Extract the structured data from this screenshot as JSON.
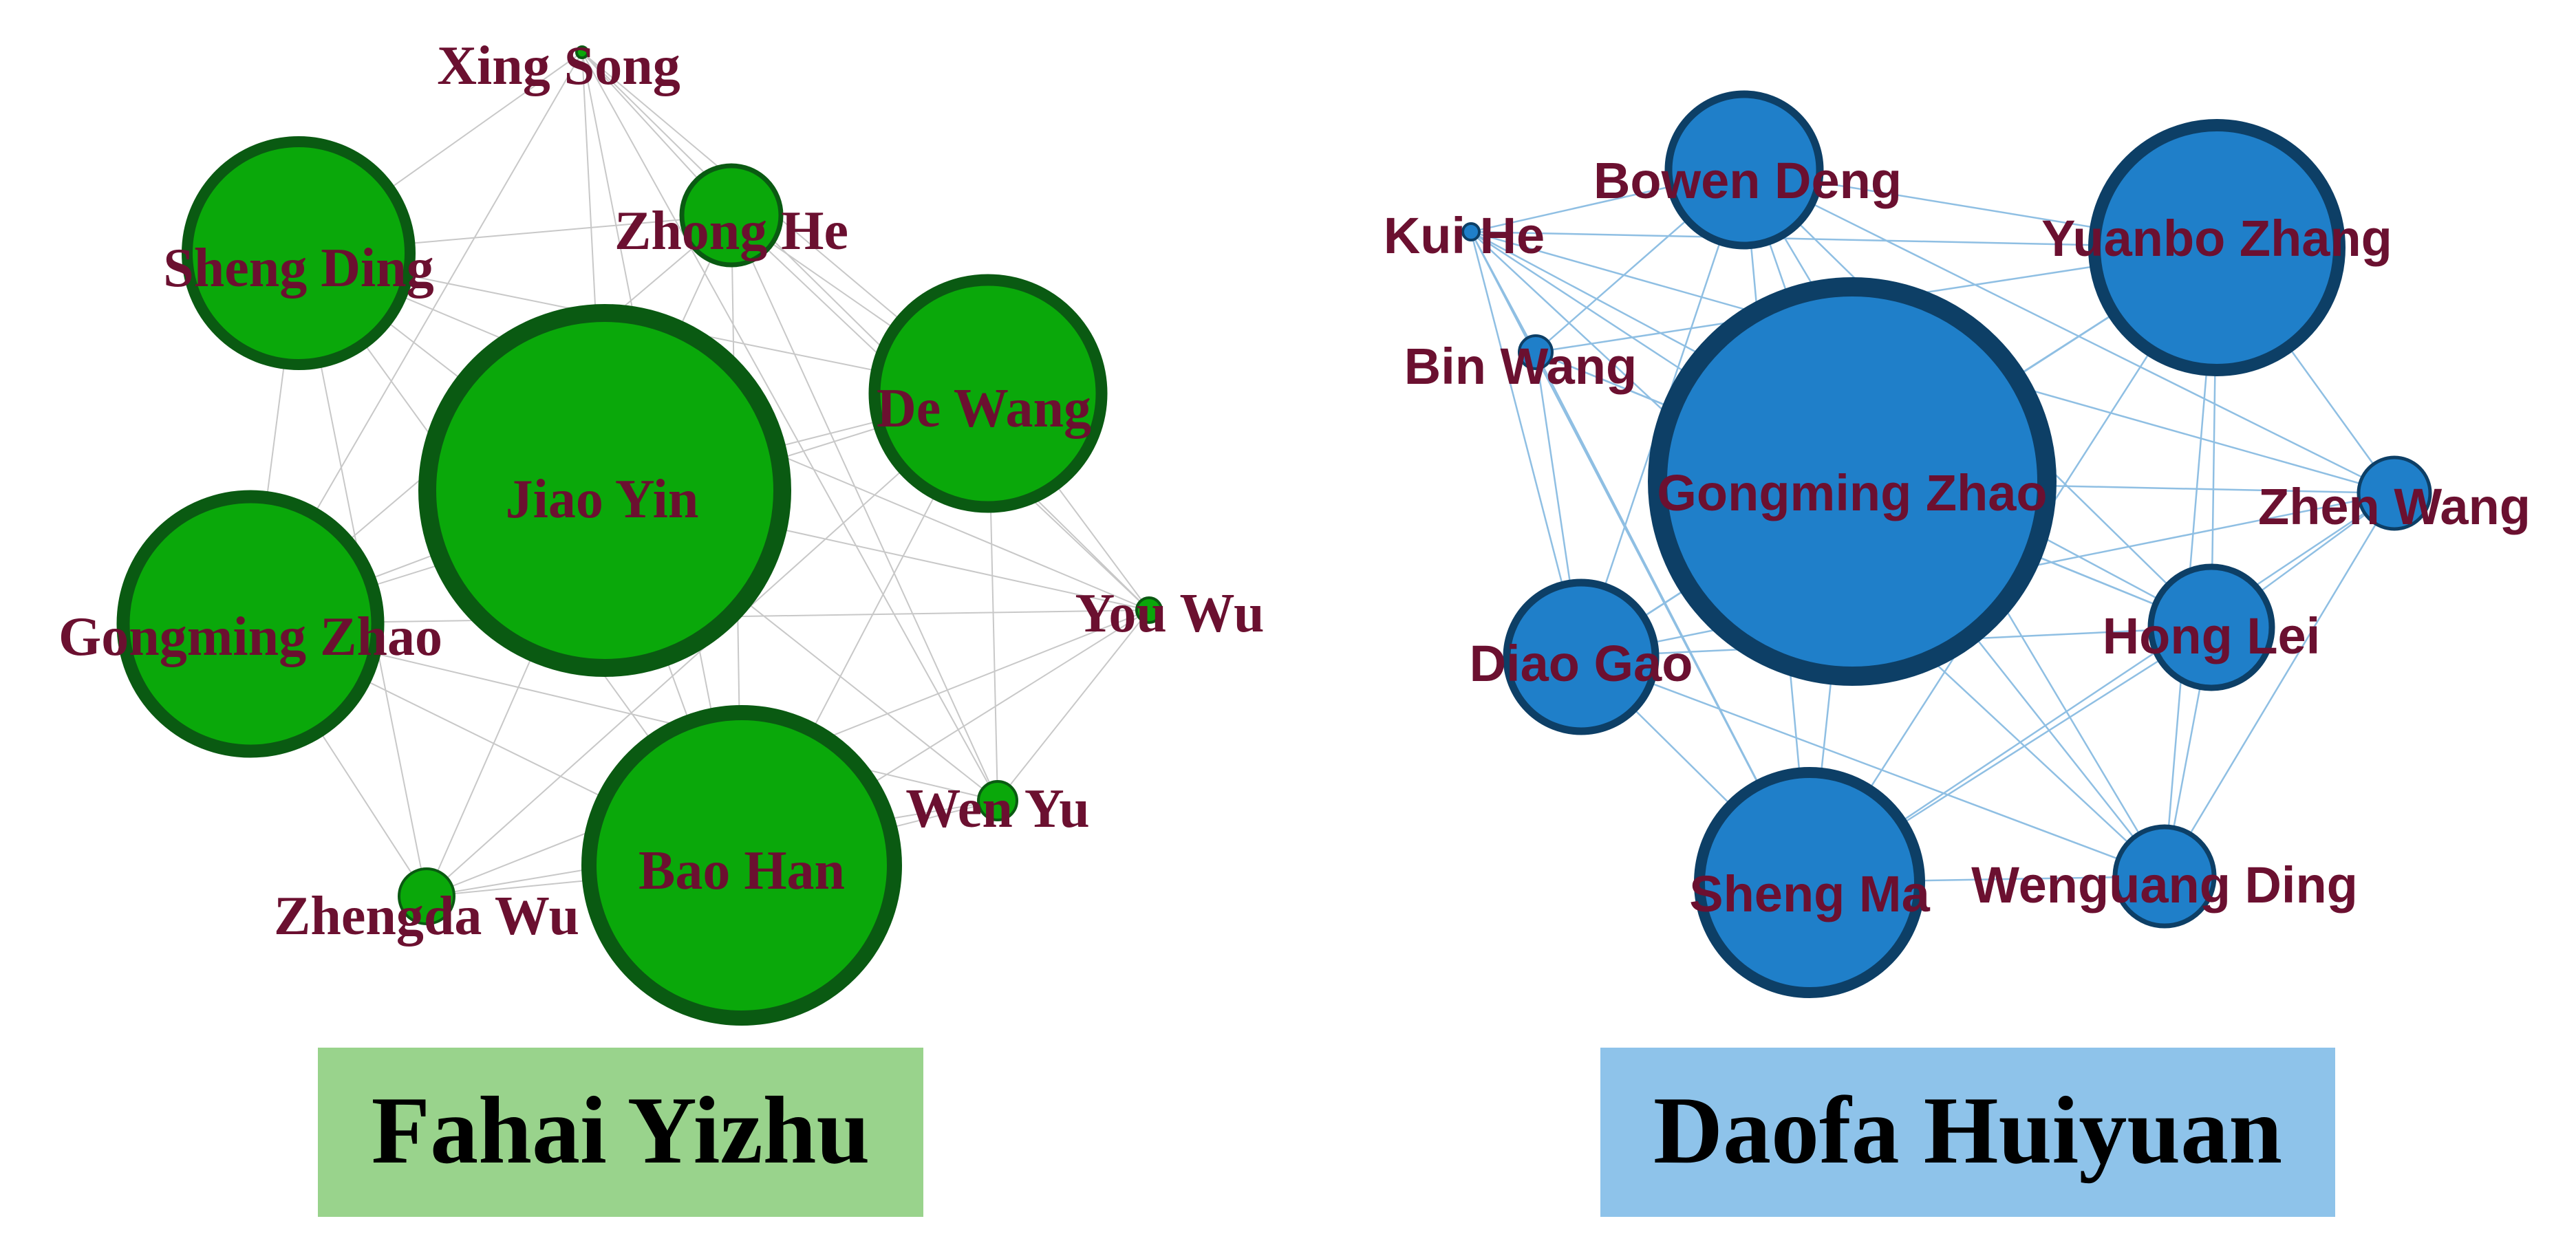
{
  "colors": {
    "label_text": "#6b1030",
    "caption_text": "#000000",
    "left_node_fill": "#0aa80a",
    "left_node_stroke": "#0a5a12",
    "left_edge": "#c8c8c8",
    "left_caption_bg": "#99d38c",
    "right_node_fill": "#1f7fc9",
    "right_node_stroke": "#0d3f66",
    "right_edge": "#8fbfe3",
    "right_caption_bg": "#8ec3ea"
  },
  "networks": [
    {
      "caption": "Fahai Yizhu",
      "nodes": [
        {
          "id": "xing-song",
          "label": "Xing Song",
          "size": 0.5
        },
        {
          "id": "sheng-ding",
          "label": "Sheng Ding",
          "size": 7
        },
        {
          "id": "zhong-he",
          "label": "Zhong He",
          "size": 3
        },
        {
          "id": "de-wang",
          "label": "De Wang",
          "size": 7
        },
        {
          "id": "jiao-yin",
          "label": "Jiao Yin",
          "size": 12
        },
        {
          "id": "gongming-zhao",
          "label": "Gongming Zhao",
          "size": 8
        },
        {
          "id": "you-wu",
          "label": "You Wu",
          "size": 1
        },
        {
          "id": "wen-yu",
          "label": "Wen Yu",
          "size": 1.5
        },
        {
          "id": "bao-han",
          "label": "Bao Han",
          "size": 10
        },
        {
          "id": "zhengda-wu",
          "label": "Zhengda Wu",
          "size": 2
        }
      ]
    },
    {
      "caption": "Daofa Huiyuan",
      "nodes": [
        {
          "id": "bowen-deng",
          "label": "Bowen Deng",
          "size": 5
        },
        {
          "id": "kui-he",
          "label": "Kui He",
          "size": 0.5
        },
        {
          "id": "yuanbo-zhang",
          "label": "Yuanbo Zhang",
          "size": 9
        },
        {
          "id": "bin-wang",
          "label": "Bin Wang",
          "size": 1
        },
        {
          "id": "gongming-zhao",
          "label": "Gongming Zhao",
          "size": 13
        },
        {
          "id": "zhen-wang",
          "label": "Zhen Wang",
          "size": 2
        },
        {
          "id": "diao-gao",
          "label": "Diao Gao",
          "size": 5
        },
        {
          "id": "hong-lei",
          "label": "Hong Lei",
          "size": 4
        },
        {
          "id": "sheng-ma",
          "label": "Sheng Ma",
          "size": 7
        },
        {
          "id": "wenguang-ding",
          "label": "Wenguang Ding",
          "size": 3
        }
      ]
    }
  ]
}
